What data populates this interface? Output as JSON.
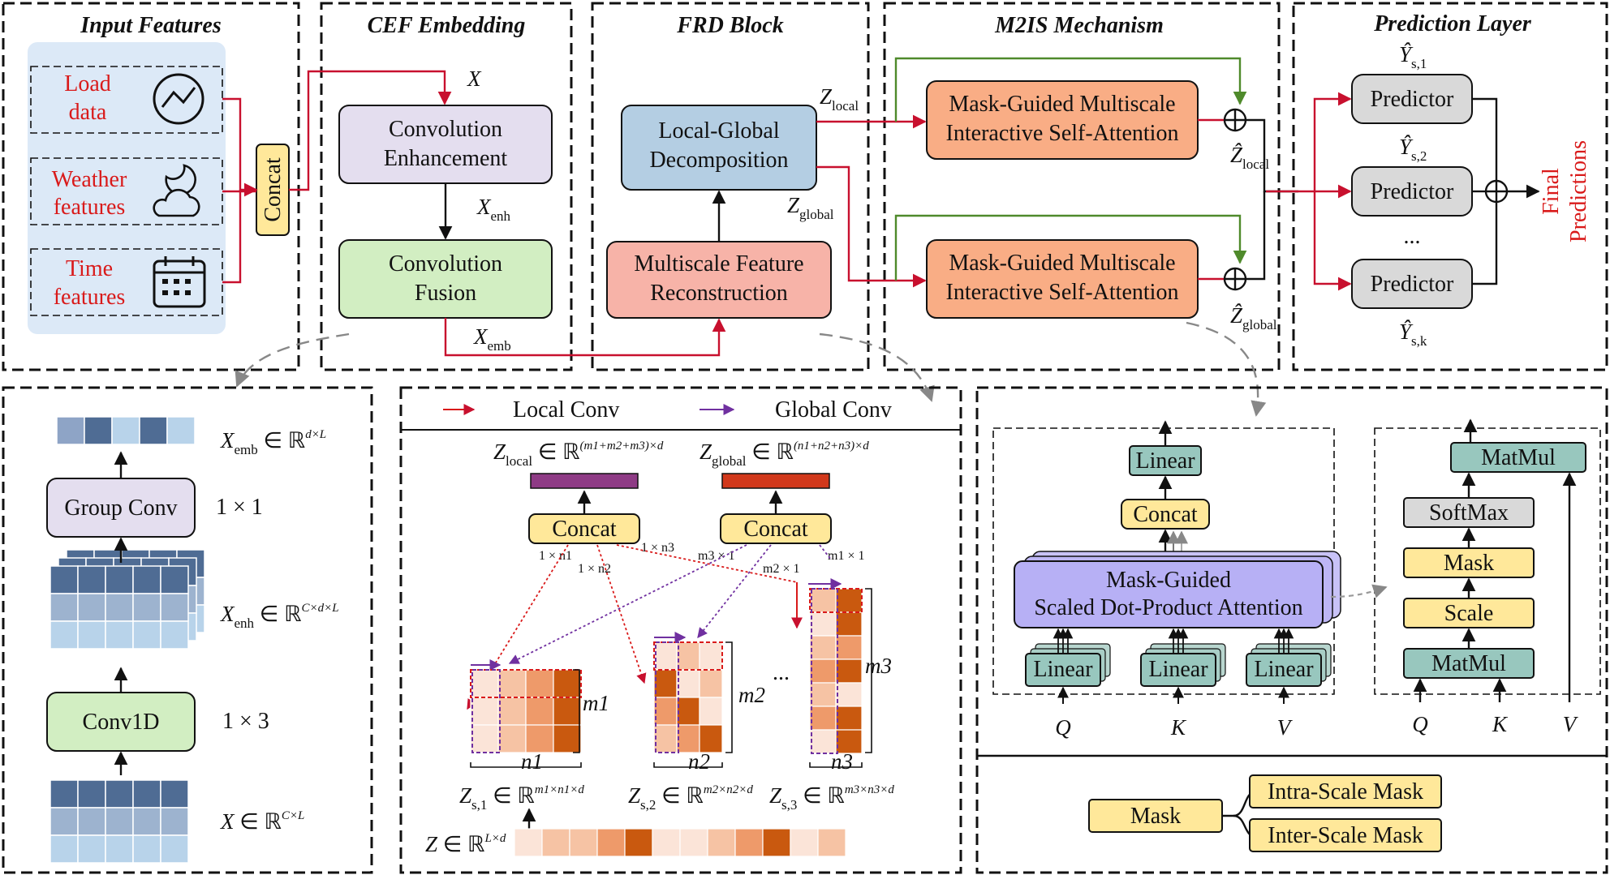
{
  "panels": {
    "input": "Input Features",
    "cef": "CEF Embedding",
    "frd": "FRD Block",
    "m2is": "M2IS Mechanism",
    "pred": "Prediction Layer"
  },
  "inputs": {
    "load": [
      "Load",
      "data"
    ],
    "weather": [
      "Weather",
      "features"
    ],
    "time": [
      "Time",
      "features"
    ],
    "concat": "Concat"
  },
  "cef": {
    "x": "X",
    "conv_enh": [
      "Convolution",
      "Enhancement"
    ],
    "conv_fus": [
      "Convolution",
      "Fusion"
    ],
    "x_enh": "enh",
    "x_emb": "emb"
  },
  "frd": {
    "lgd": [
      "Local-Global",
      "Decomposition"
    ],
    "mfr": [
      "Multiscale Feature",
      "Reconstruction"
    ],
    "z_local": "local",
    "z_global": "global"
  },
  "m2is": {
    "attn": [
      "Mask-Guided Multiscale",
      "Interactive Self-Attention"
    ]
  },
  "pred": {
    "predictor": "Predictor",
    "ellipsis": "...",
    "final": [
      "Final",
      "Predictions"
    ],
    "y1": "s,1",
    "y2": "s,2",
    "yk": "s,k"
  },
  "detail_left": {
    "group_conv": "Group Conv",
    "conv1d": "Conv1D",
    "k1": "1 × 1",
    "k3": "1 × 3",
    "x_emb_dim": "d×L",
    "x_enh_dim": "C×d×L",
    "x_dim": "C×L"
  },
  "detail_mid": {
    "legend_local": "Local Conv",
    "legend_global": "Global Conv",
    "concat": "Concat",
    "zl_dim": "(m1+m2+m3)×d",
    "zg_dim": "(n1+n2+n3)×d",
    "k_1n1": "1 × n1",
    "k_1n2": "1 × n2",
    "k_1n3": "1 × n3",
    "k_m3": "m3 × 1",
    "k_m2": "m2 × 1",
    "k_m1": "m1 × 1",
    "m1": "m1",
    "m2": "m2",
    "m3": "m3",
    "n1": "n1",
    "n2": "n2",
    "n3": "n3",
    "ellipsis": "...",
    "zs1": "m1×n1×d",
    "zs2": "m2×n2×d",
    "zs3": "m3×n3×d",
    "z_dim": "L×d"
  },
  "detail_right": {
    "linear": "Linear",
    "concat": "Concat",
    "mgsdpa": [
      "Mask-Guided",
      "Scaled Dot-Product Attention"
    ],
    "matmul": "MatMul",
    "softmax": "SoftMax",
    "mask": "Mask",
    "scale": "Scale",
    "q": "Q",
    "k": "K",
    "v": "V",
    "intra": "Intra-Scale Mask",
    "inter": "Inter-Scale Mask"
  },
  "colors": {
    "input_bg": "#dce9f7",
    "concat_fill": "#ffe89a",
    "conv_enh": "#e4deef",
    "conv_fus": "#d2eec2",
    "lgd": "#b4cee3",
    "mfr": "#f7b3a8",
    "attn": "#f9ad85",
    "predictor": "#d9d9d9",
    "teal": "#98c7be",
    "purple_box": "#b7b0f5",
    "bar_local": "#8e3b85",
    "bar_global": "#d1381b",
    "local_arrow": "#d91a1a",
    "global_arrow": "#7030a0"
  }
}
